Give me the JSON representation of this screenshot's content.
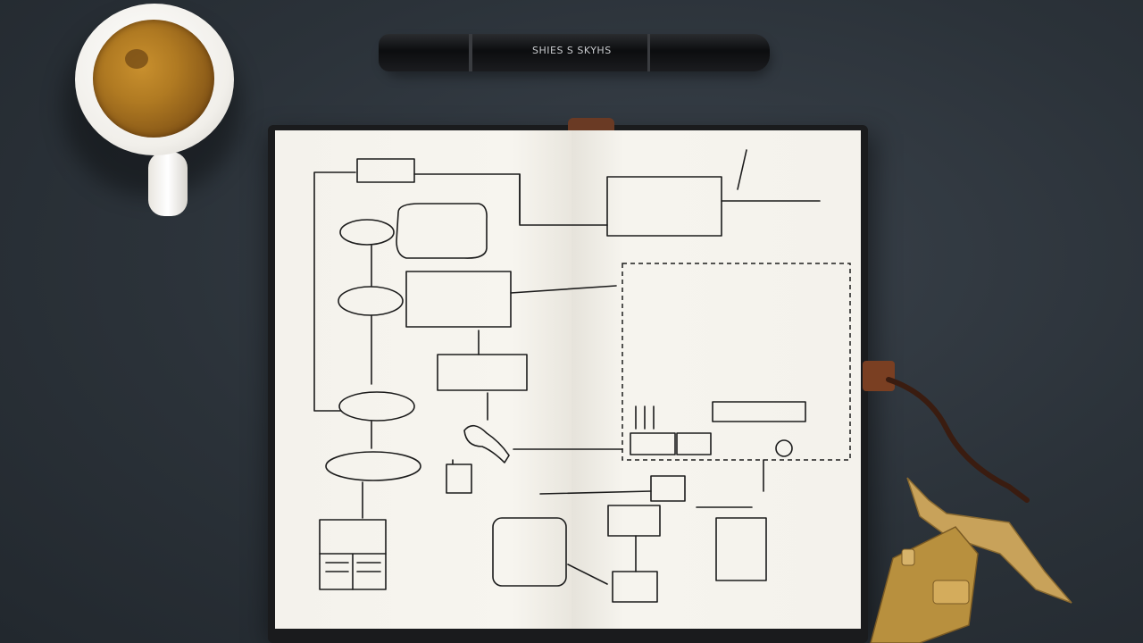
{
  "scene": {
    "description_items": [
      "coffee-cup",
      "pen",
      "notebook",
      "bookmark-ribbon",
      "caliper"
    ]
  },
  "pen": {
    "imprint": "SHIES S SKYHS"
  },
  "colors": {
    "desk": "#2b3239",
    "paper": "#f4f2ec",
    "ink": "#1c1c1c",
    "coffee": "#b07a22",
    "ribbon": "#7a3f22",
    "brass": "#c8a25a"
  }
}
